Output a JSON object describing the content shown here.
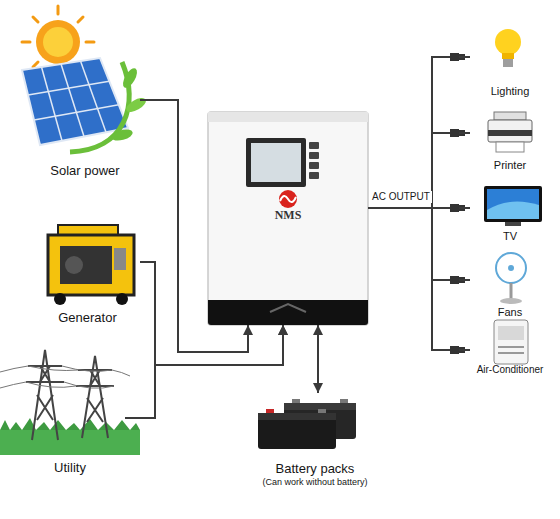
{
  "diagram": {
    "nodes": [
      {
        "text": [
          "Solar power"
        ]
      },
      {
        "text": [
          "Generator"
        ]
      },
      {
        "text": [
          "Utility"
        ]
      },
      {
        "text": [
          "NMS"
        ]
      },
      {
        "text": [
          "Battery packs",
          "(Can work without battery)"
        ]
      },
      {
        "text": [
          "Lighting"
        ]
      },
      {
        "text": [
          "Printer"
        ]
      },
      {
        "text": [
          "TV"
        ]
      },
      {
        "text": [
          "Fans"
        ]
      },
      {
        "text": [
          "Air-Conditioner"
        ]
      }
    ],
    "edges": [
      {
        "from": 0,
        "to": 3,
        "arrow": "to"
      },
      {
        "from": 1,
        "to": 3,
        "arrow": "to"
      },
      {
        "from": 2,
        "to": 3,
        "arrow": "to"
      },
      {
        "from": 3,
        "to": 4,
        "arrow": "both"
      },
      {
        "from": 3,
        "to": 5,
        "arrow": "none"
      },
      {
        "from": 3,
        "to": 6,
        "arrow": "none"
      },
      {
        "from": 3,
        "to": 7,
        "arrow": "none"
      },
      {
        "from": 3,
        "to": 8,
        "arrow": "none"
      },
      {
        "from": 3,
        "to": 9,
        "arrow": "none"
      }
    ],
    "labels": [
      "AC OUTPUT"
    ]
  }
}
